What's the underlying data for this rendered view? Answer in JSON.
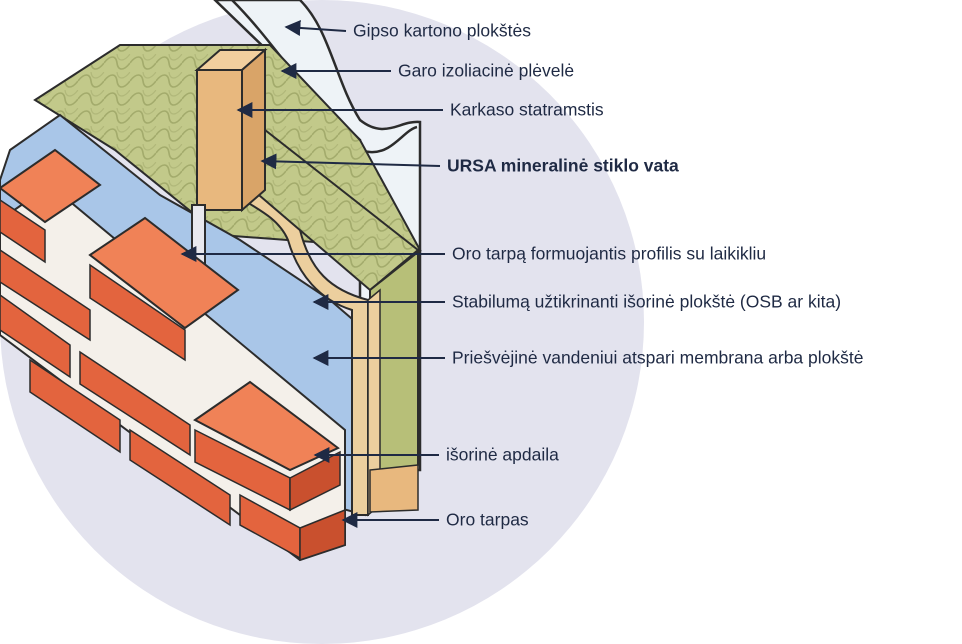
{
  "colors": {
    "background_circle": "#e3e3ee",
    "brick": "#e3643e",
    "brick_top": "#f08257",
    "mortar": "#f4f0ea",
    "membrane": "#a9c6e8",
    "insulation": "#c2c98a",
    "osb": "#eccf9e",
    "stud": "#e8b87e",
    "gypsum": "#eef3f7",
    "leader": "#1f2a44"
  },
  "labels": {
    "gipso": "Gipso kartono plokštės",
    "garo": "Garo izoliacinė plėvelė",
    "karkaso": "Karkaso statramstis",
    "ursa": "URSA mineralinė stiklo vata",
    "oro_profilis": "Oro tarpą formuojantis profilis su laikikliu",
    "stabilumo": "Stabilumą užtikrinanti išorinė plokštė (OSB ar kita)",
    "priesvejine": "Priešvėjinė vandeniui atspari membrana arba plokštė",
    "isorine": "išorinė apdaila",
    "oro_tarpas": "Oro tarpas"
  }
}
